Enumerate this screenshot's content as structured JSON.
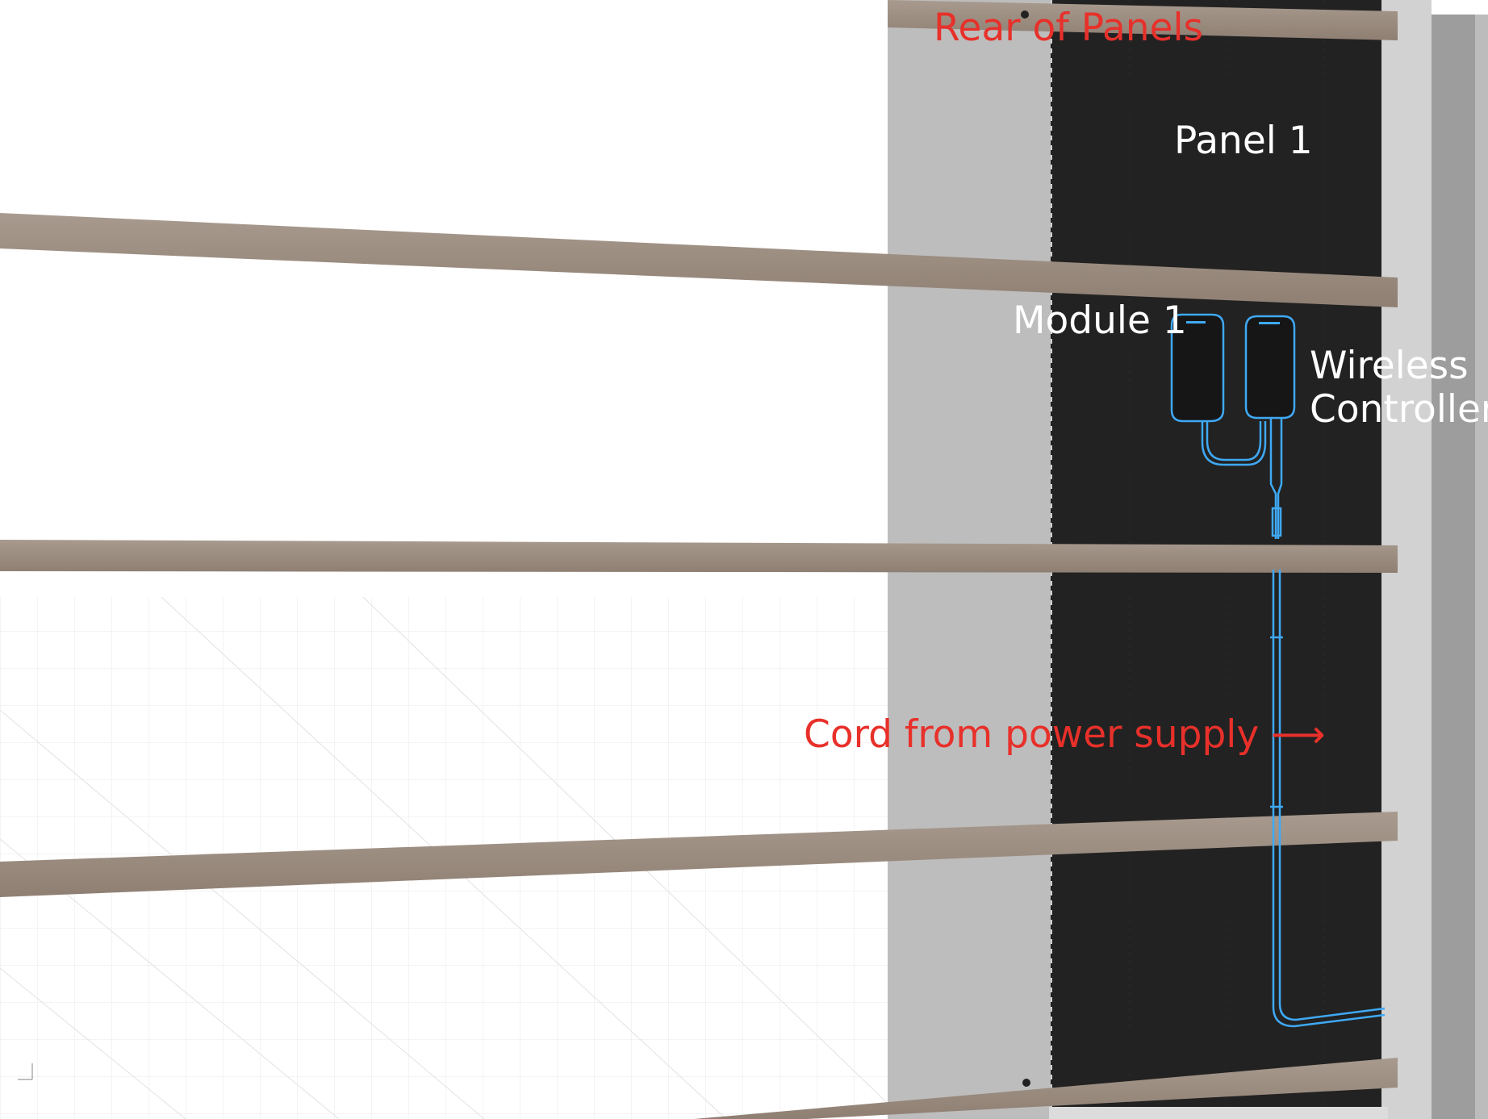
{
  "labels": {
    "rear_of_panels": "Rear of Panels",
    "panel_1": "Panel 1",
    "module_1": "Module 1",
    "wireless_line1": "Wireless",
    "wireless_line2": "Controller",
    "cord": "Cord from power supply",
    "cord_arrow": "⟶"
  },
  "colors": {
    "label_red": "#e8302a",
    "label_white": "#ffffff",
    "panel_black": "#222222",
    "wall_gray": "#bdbdbd",
    "post_gray": "#9d9d9d",
    "batten_wood": "#9b8b7f",
    "wire_blue": "#3fa9f5"
  }
}
